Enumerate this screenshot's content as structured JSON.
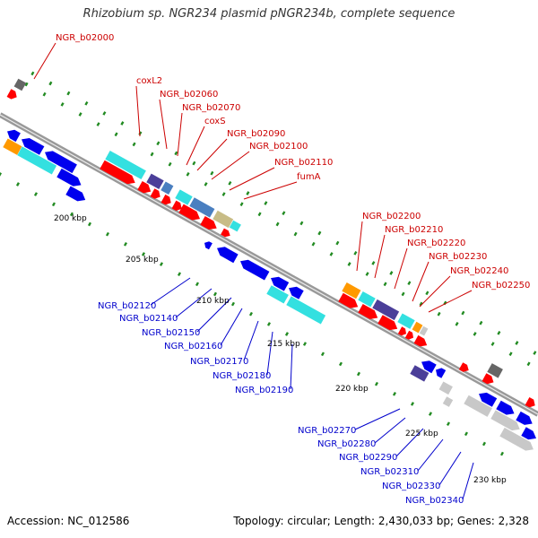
{
  "title": "Rhizobium sp. NGR234 plasmid pNGR234b, complete sequence",
  "footer": {
    "accession": "Accession: NC_012586",
    "info": "Topology: circular; Length: 2,430,033 bp; Genes: 2,328"
  },
  "colors": {
    "backbone": "#999999",
    "forward_label": "#cc0000",
    "reverse_label": "#0000cc",
    "tick": "#228B22",
    "red": "#ff0000",
    "blue": "#0000ee",
    "cyan": "#33e0e0",
    "darkblue": "#4b3f99",
    "orange": "#ff9900",
    "steel": "#4a7fc0",
    "khaki": "#c8bc86",
    "gray": "#666666",
    "lightgray": "#c8c8c8"
  },
  "scale_labels": [
    "200 kbp",
    "205 kbp",
    "210 kbp",
    "215 kbp",
    "220 kbp",
    "225 kbp",
    "230 kbp"
  ],
  "forward_labels": [
    "NGR_b02000",
    "coxL2",
    "NGR_b02060",
    "NGR_b02070",
    "coxS",
    "NGR_b02090",
    "NGR_b02100",
    "NGR_b02110",
    "fumA",
    "NGR_b02200",
    "NGR_b02210",
    "NGR_b02220",
    "NGR_b02230",
    "NGR_b02240",
    "NGR_b02250"
  ],
  "reverse_labels": [
    "NGR_b02120",
    "NGR_b02140",
    "NGR_b02150",
    "NGR_b02160",
    "NGR_b02170",
    "NGR_b02180",
    "NGR_b02190",
    "NGR_b02270",
    "NGR_b02280",
    "NGR_b02290",
    "NGR_b02310",
    "NGR_b02330",
    "NGR_b02340"
  ]
}
